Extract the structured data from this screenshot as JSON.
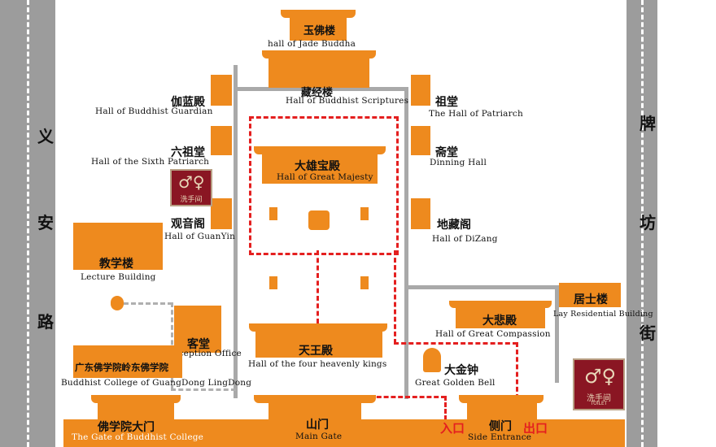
{
  "roads": {
    "left_name": [
      "义",
      "安",
      "路"
    ],
    "right_name": [
      "牌",
      "坊",
      "街"
    ]
  },
  "buildings": {
    "jade_buddha": {
      "cn": "玉佛楼",
      "en": "hall of Jade Buddha"
    },
    "scriptures": {
      "cn": "藏经楼",
      "en": "Hall of Buddhist Scriptures"
    },
    "guardian": {
      "cn": "伽蓝殿",
      "en": "Hall of Buddhist Guardian"
    },
    "patriarch": {
      "cn": "祖堂",
      "en": "The Hall of Patriarch"
    },
    "sixth_patriarch": {
      "cn": "六祖堂",
      "en": "Hall of the Sixth Patriarch"
    },
    "dining": {
      "cn": "斋堂",
      "en": "Dinning Hall"
    },
    "great_majesty": {
      "cn": "大雄宝殿",
      "en": "Hall of Great Majesty"
    },
    "guanyin": {
      "cn": "观音阁",
      "en": "Hall of GuanYin"
    },
    "dizang": {
      "cn": "地藏阁",
      "en": "Hall of DiZang"
    },
    "lecture": {
      "cn": "教学楼",
      "en": "Lecture Building"
    },
    "lay_residential": {
      "cn": "居士楼",
      "en": "Lay Residential Building"
    },
    "great_compassion": {
      "cn": "大悲殿",
      "en": "Hall of Great Compassion"
    },
    "reception": {
      "cn": "客堂",
      "en": "Reception Office"
    },
    "heavenly_kings": {
      "cn": "天王殿",
      "en": "Hall of the four heavenly kings"
    },
    "golden_bell": {
      "cn": "大金钟",
      "en": "Great Golden Bell"
    },
    "college": {
      "cn": "广东佛学院岭东佛学院",
      "en": "Buddhist College of GuangDong LingDong"
    },
    "college_gate": {
      "cn": "佛学院大门",
      "en": "The Gate of Buddhist College"
    },
    "main_gate": {
      "cn": "山门",
      "en": "Main Gate"
    },
    "side_entrance": {
      "cn": "侧门",
      "en": "Side Entrance"
    }
  },
  "markers": {
    "entrance": "入口",
    "exit": "出口"
  },
  "toilets": {
    "left": "洗手间",
    "right": "洗手间",
    "right_en": "TOILET"
  },
  "colors": {
    "building": "#ee8a1e",
    "route": "#e41f1f",
    "road": "#9c9c9c",
    "toilet": "#8a1623"
  }
}
